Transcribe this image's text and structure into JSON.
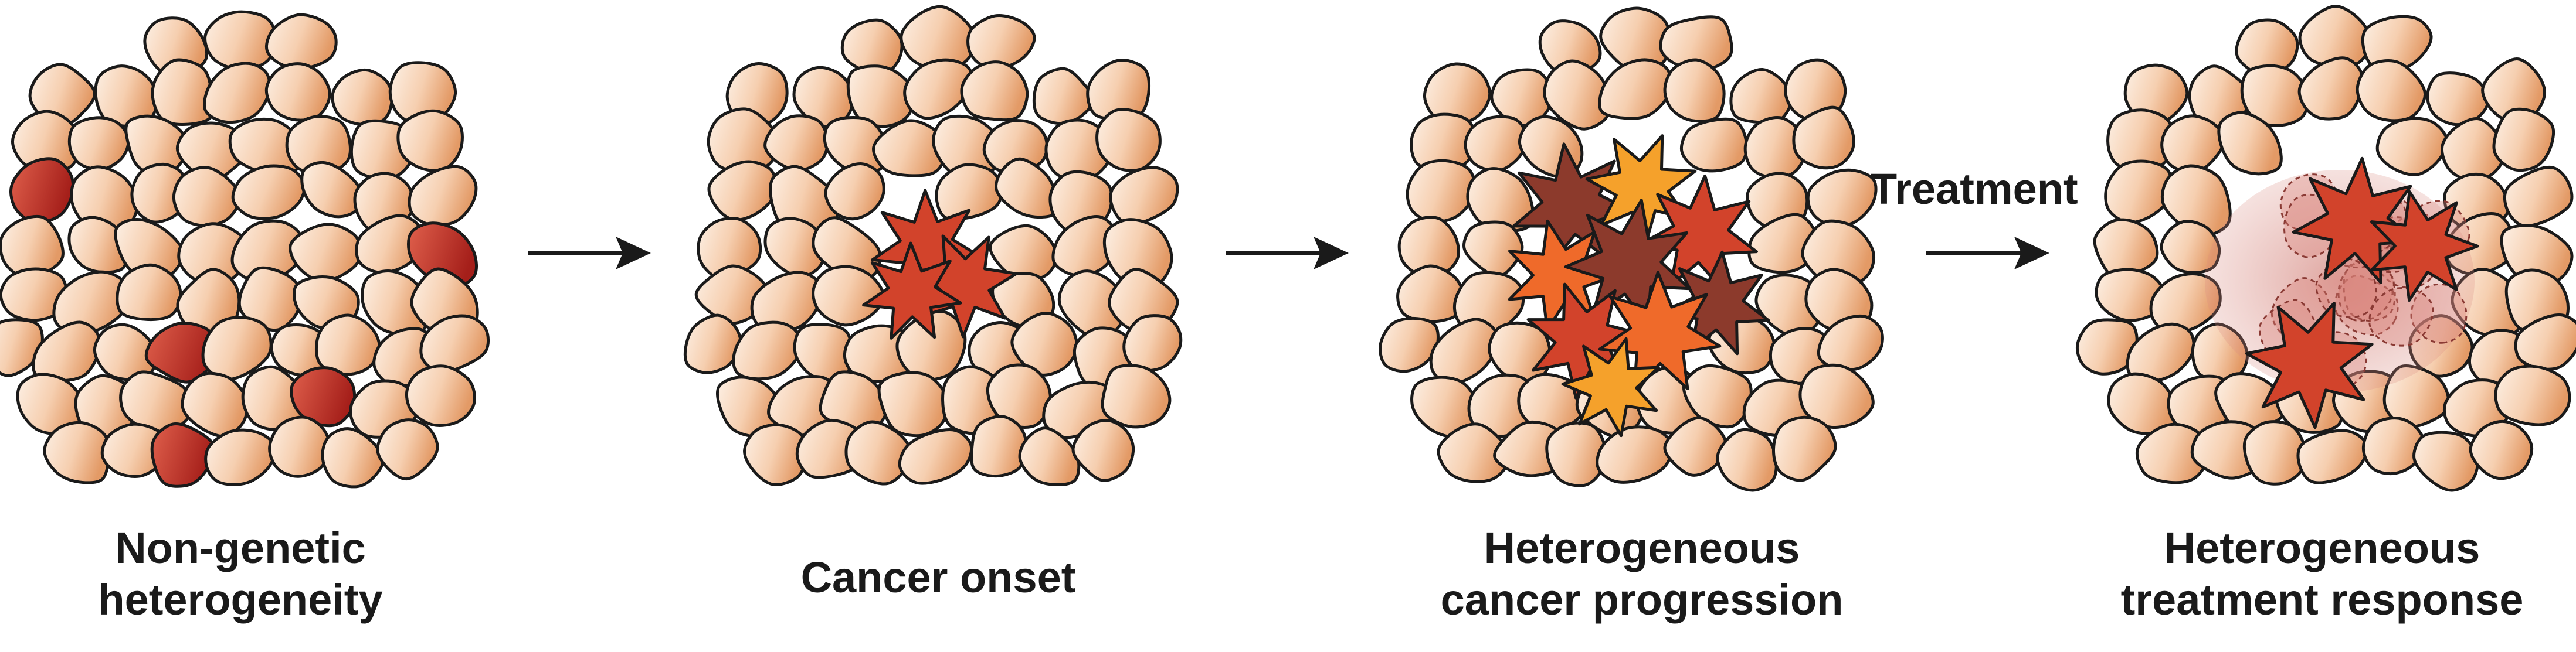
{
  "stages": [
    {
      "id": "non-genetic",
      "caption_lines": [
        "Non-genetic",
        "heterogeneity"
      ]
    },
    {
      "id": "onset",
      "caption_lines": [
        "Cancer onset"
      ]
    },
    {
      "id": "progression",
      "caption_lines": [
        "Heterogeneous",
        "cancer progression"
      ]
    },
    {
      "id": "response",
      "caption_lines": [
        "Heterogeneous",
        "treatment response"
      ]
    }
  ],
  "arrows": [
    {
      "label": ""
    },
    {
      "label": ""
    },
    {
      "label": "Treatment"
    }
  ],
  "colors": {
    "normal_cell_light": "#fbe5d4",
    "normal_cell_dark": "#e6a06e",
    "primed_cell": "#c0392b",
    "cancer_cell_red": "#d2432b",
    "cancer_cell_orange": "#ef6a2a",
    "cancer_cell_amber": "#f5a12b",
    "cancer_cell_brown": "#8c3a2c",
    "dying_cell": "#d9837a",
    "outline": "#1a1a1a"
  }
}
